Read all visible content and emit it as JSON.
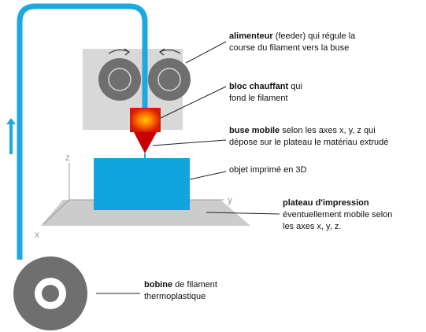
{
  "colors": {
    "filament": "#1ea7e1",
    "spool": "#6f6f6f",
    "roller": "#6f6f6f",
    "feeder_box": "#d8d8d8",
    "nozzle": "#c90000",
    "heater_core": "#ffd000",
    "object": "#12a4de",
    "plate": "#cccccc",
    "axis": "#9a9a9a"
  },
  "icons": [
    "up-arrow-icon",
    "rotation-arrow-icon"
  ],
  "axes": {
    "z": "z",
    "y": "y",
    "x": "x"
  },
  "labels": {
    "feeder": {
      "bold": "alimenteur",
      "line1_rest": " (feeder) qui régule la",
      "line2": "course du filament vers la buse"
    },
    "heater": {
      "bold": "bloc chauffant",
      "line1_rest": " qui",
      "line2": "fond le filament"
    },
    "nozzle": {
      "bold": "buse mobile",
      "line1_rest": "  selon les axes x, y, z qui",
      "line2": "dépose sur le plateau le matériau extrudé"
    },
    "object": {
      "line1": "objet imprimé en 3D"
    },
    "plate": {
      "bold": "plateau d'impression",
      "line2": "éventuellement mobile selon",
      "line3": "les axes x, y, z."
    },
    "spool": {
      "bold": "bobine",
      "line1_rest": "  de filament",
      "line2": "thermoplastique"
    }
  }
}
